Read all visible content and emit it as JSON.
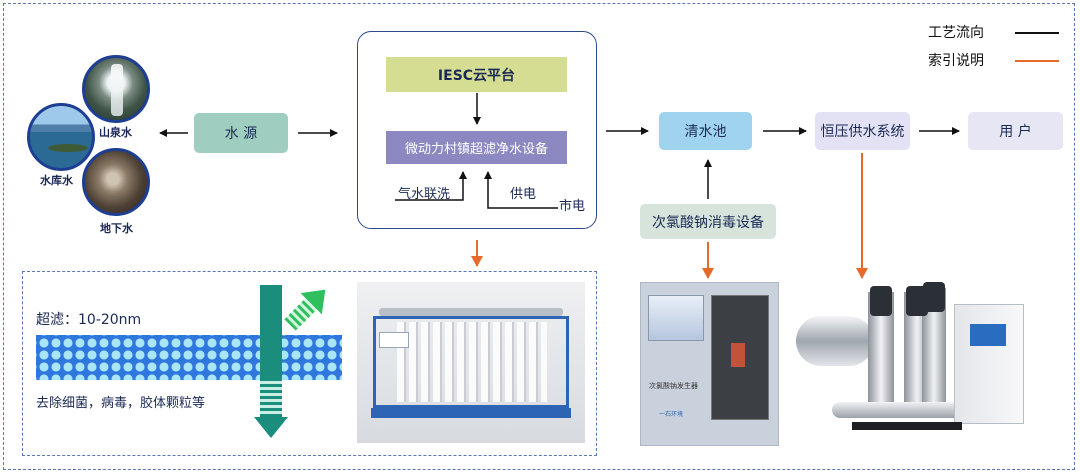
{
  "legend": {
    "process_flow": "工艺流向",
    "index_note": "索引说明",
    "process_color": "#111111",
    "index_color": "#e86a2a"
  },
  "sources": {
    "mountain_spring": "山泉水",
    "reservoir": "水库水",
    "groundwater": "地下水"
  },
  "nodes": {
    "water_source": "水 源",
    "platform": "IESC云平台",
    "equipment": "微动力村镇超滤净水设备",
    "backwash": "气水联洗",
    "power_supply": "供电",
    "city_power": "市电",
    "clear_pool": "清水池",
    "disinfection": "次氯酸钠消毒设备",
    "pressure_system": "恒压供水系统",
    "user": "用 户"
  },
  "detail": {
    "ultrafiltration": "超滤：10-20nm",
    "removes": "去除细菌，病毒，胶体颗粒等"
  },
  "device": {
    "generator_label": "次氯酸钠发生器",
    "brand": "一石环境"
  },
  "colors": {
    "frame_blue": "#5b78b5",
    "source_green": "#9fcdbf",
    "platform_green": "#d5dd92",
    "equipment_purple": "#8c89c2",
    "clear_pool_blue": "#9fd3ee",
    "disinfection_gray": "#d7e4dc",
    "pressure_lavender": "#e2e2f4",
    "user_lavender": "#e6e6f5",
    "membrane_blue": "#2f77df",
    "membrane_teal": "#1a8d7c"
  }
}
